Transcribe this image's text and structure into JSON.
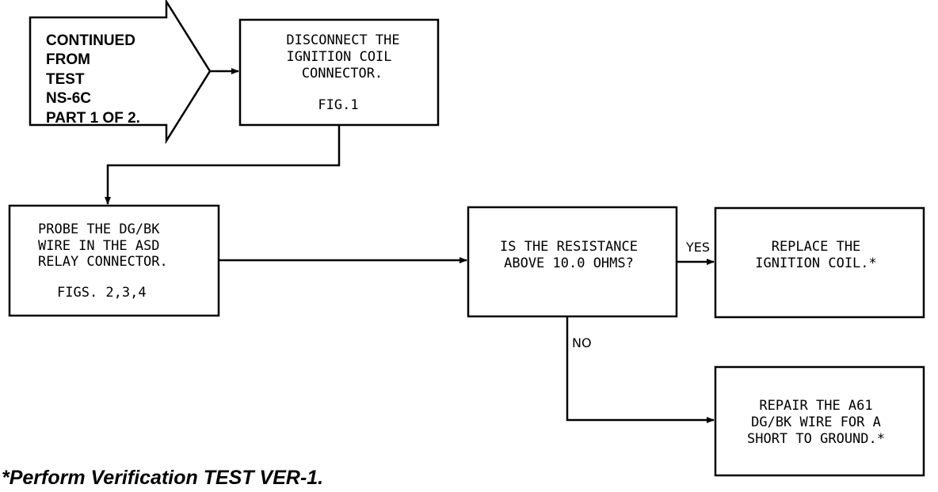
{
  "start": {
    "lines": [
      "CONTINUED",
      "FROM",
      "TEST",
      "NS-6C",
      "PART 1 OF 2."
    ]
  },
  "nodes": {
    "disconnect": {
      "lines": [
        "DISCONNECT THE",
        "IGNITION COIL",
        "CONNECTOR."
      ],
      "ref": "FIG.1"
    },
    "probe": {
      "lines": [
        "PROBE THE DG/BK",
        "WIRE IN THE ASD",
        "RELAY CONNECTOR."
      ],
      "ref": "FIGS. 2,3,4"
    },
    "question": {
      "lines": [
        "IS THE RESISTANCE",
        "ABOVE 10.0 OHMS?"
      ]
    },
    "replace": {
      "lines": [
        "REPLACE THE",
        "IGNITION COIL.*"
      ]
    },
    "repair": {
      "lines": [
        "REPAIR THE A61",
        "DG/BK WIRE FOR A",
        "SHORT TO GROUND.*"
      ]
    }
  },
  "edges": {
    "yes": "YES",
    "no": "NO"
  },
  "footnote": "*Perform Verification TEST VER-1."
}
